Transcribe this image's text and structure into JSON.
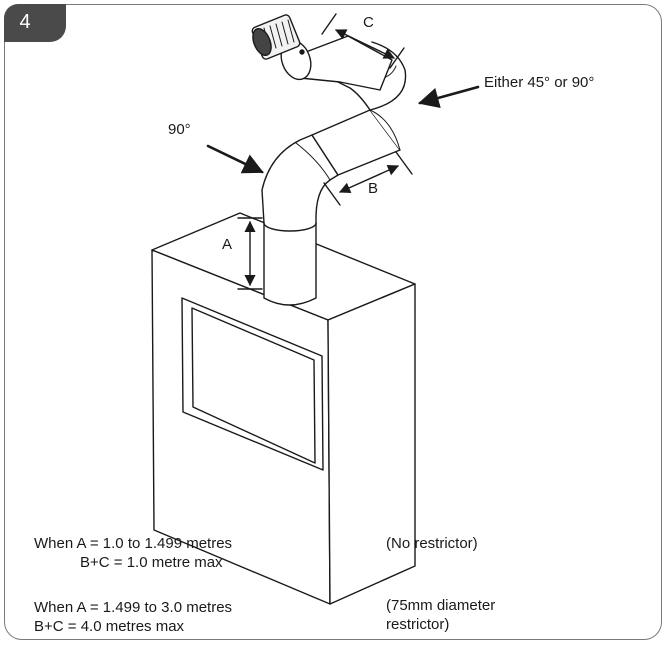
{
  "figure": {
    "number": "4",
    "labels": {
      "a": "A",
      "b": "B",
      "c": "C",
      "angle_lower": "90°",
      "angle_upper": "Either 45° or 90°"
    },
    "notes": [
      {
        "condition_line1": "When A = 1.0 to 1.499 metres",
        "condition_line2": "B+C = 1.0 metre max",
        "restrictor": "(No restrictor)"
      },
      {
        "condition_line1": "When A = 1.499 to 3.0 metres",
        "condition_line2": "B+C = 4.0 metres max",
        "restrictor": "(75mm diameter\nrestrictor)"
      }
    ]
  }
}
